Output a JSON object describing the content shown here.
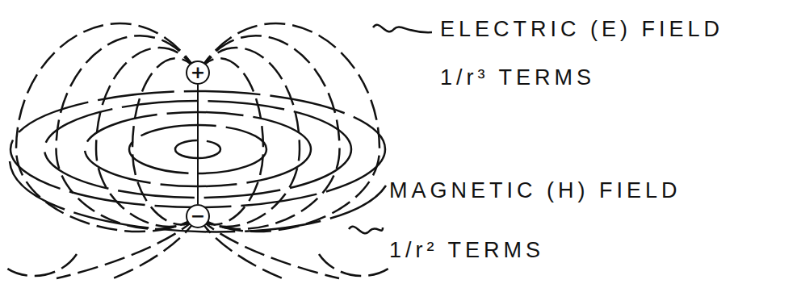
{
  "diagram": {
    "nodes": [
      {
        "text": [
          "+"
        ]
      },
      {
        "text": [
          "−"
        ]
      }
    ],
    "edges": [
      {
        "from": 0,
        "to": 1,
        "arrow": "none"
      }
    ],
    "labels": [
      "ELECTRIC (E) FIELD",
      "1/r³ TERMS",
      "MAGNETIC (H) FIELD",
      "1/r² TERMS"
    ]
  }
}
